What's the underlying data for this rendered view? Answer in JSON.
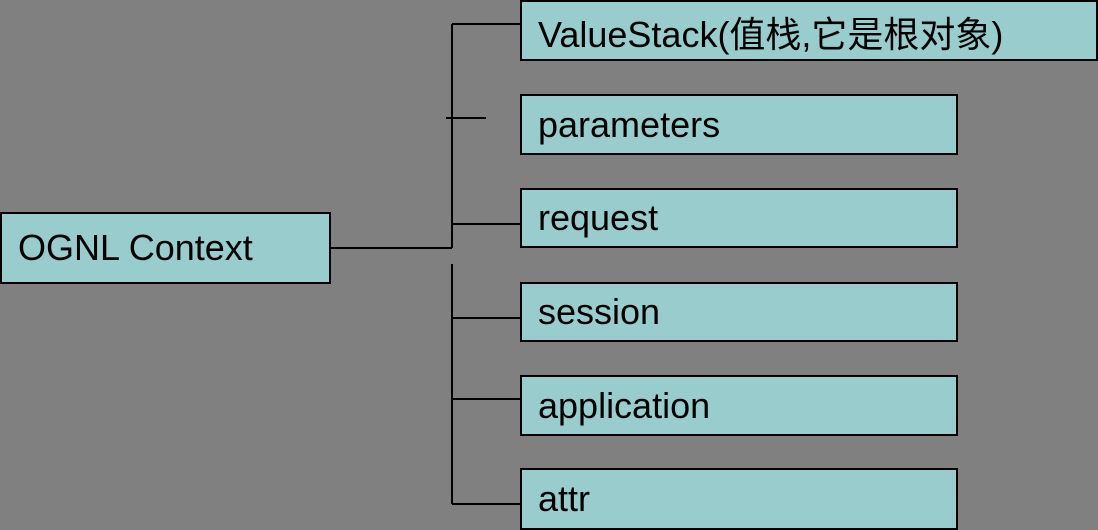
{
  "diagram": {
    "root": {
      "label": "OGNL Context"
    },
    "children": [
      {
        "label": "ValueStack(值栈,它是根对象)"
      },
      {
        "label": "parameters"
      },
      {
        "label": "request"
      },
      {
        "label": "session"
      },
      {
        "label": "application"
      },
      {
        "label": "attr"
      }
    ],
    "colors": {
      "background": "#808080",
      "node_fill": "#99CCCC",
      "node_border": "#000000",
      "connector": "#000000"
    }
  }
}
